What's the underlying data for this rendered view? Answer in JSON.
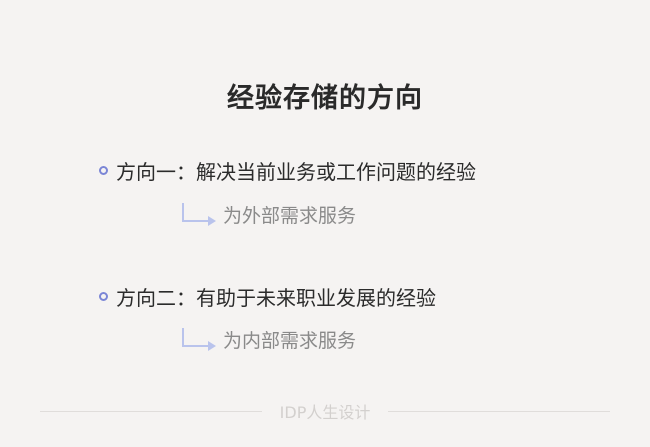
{
  "slide": {
    "title": "经验存储的方向",
    "points": [
      {
        "text": "方向一：解决当前业务或工作问题的经验",
        "sub": "为外部需求服务"
      },
      {
        "text": "方向二：有助于未来职业发展的经验",
        "sub": "为内部需求服务"
      }
    ],
    "footer": "IDP人生设计"
  },
  "colors": {
    "background": "#f5f3f2",
    "accent": "#7b86d6",
    "arrow": "#b9c3ec",
    "title": "#2a2a2a",
    "subtext": "#8a8a8a",
    "watermark": "#d3d0ce"
  }
}
